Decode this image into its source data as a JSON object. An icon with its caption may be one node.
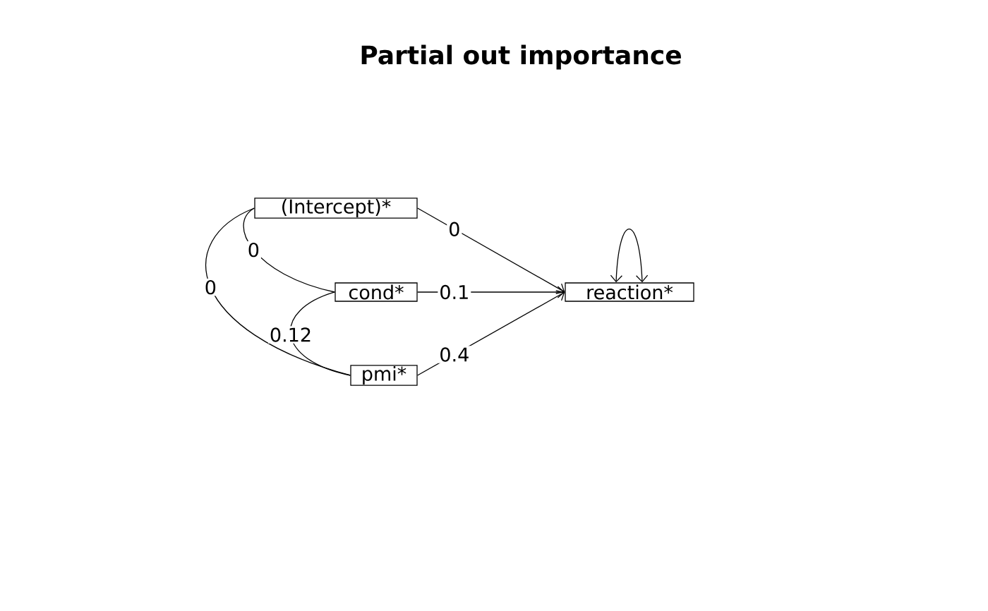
{
  "diagram": {
    "title": "Partial out importance",
    "nodes": [
      {
        "text": [
          "(Intercept)*"
        ]
      },
      {
        "text": [
          "cond*"
        ]
      },
      {
        "text": [
          "pmi*"
        ]
      },
      {
        "text": [
          "reaction*"
        ]
      }
    ],
    "edges": [
      {
        "from": 0,
        "to": 3,
        "arrow": "to",
        "label": "0"
      },
      {
        "from": 1,
        "to": 3,
        "arrow": "to",
        "label": "0.1"
      },
      {
        "from": 2,
        "to": 3,
        "arrow": "to",
        "label": "0.4"
      },
      {
        "from": 0,
        "to": 1,
        "arrow": "none",
        "label": "0"
      },
      {
        "from": 0,
        "to": 2,
        "arrow": "none",
        "label": "0"
      },
      {
        "from": 1,
        "to": 2,
        "arrow": "none",
        "label": "0.12"
      },
      {
        "from": 3,
        "to": 3,
        "arrow": "both"
      }
    ]
  }
}
